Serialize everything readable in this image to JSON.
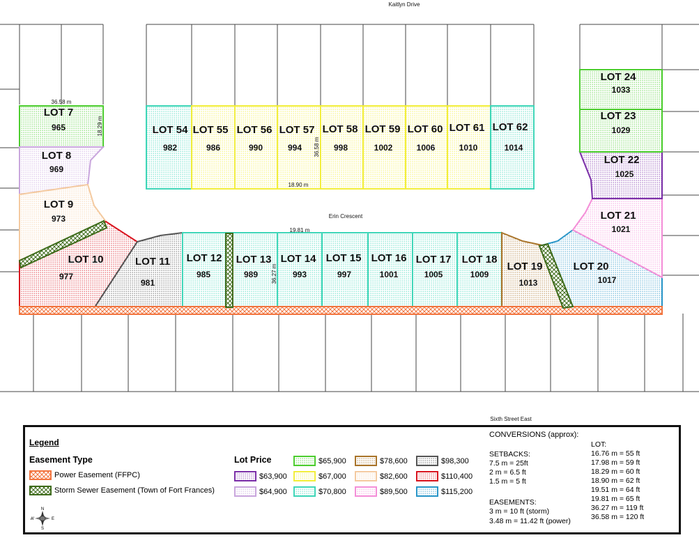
{
  "streets": {
    "top": "Kaitlyn Drive",
    "middle": "Erin Crescent",
    "bottom": "Sixth Street East"
  },
  "dimensions": {
    "lot7_width": "36.58 m",
    "lot7_depth": "18.29 m",
    "north_depth": "36.58 m",
    "north_width": "18.90 m",
    "south_width": "19.81 m",
    "south_depth": "36.27 m"
  },
  "lots": [
    {
      "lot": "LOT 7",
      "address": "965",
      "price": "$65,900"
    },
    {
      "lot": "LOT 8",
      "address": "969",
      "price": "$64,900"
    },
    {
      "lot": "LOT 9",
      "address": "973",
      "price": "$82,600"
    },
    {
      "lot": "LOT 10",
      "address": "977",
      "price": "$110,400"
    },
    {
      "lot": "LOT 11",
      "address": "981",
      "price": "$98,300"
    },
    {
      "lot": "LOT 12",
      "address": "985",
      "price": "$70,800"
    },
    {
      "lot": "LOT 13",
      "address": "989",
      "price": "$70,800"
    },
    {
      "lot": "LOT 14",
      "address": "993",
      "price": "$70,800"
    },
    {
      "lot": "LOT 15",
      "address": "997",
      "price": "$70,800"
    },
    {
      "lot": "LOT 16",
      "address": "1001",
      "price": "$70,800"
    },
    {
      "lot": "LOT 17",
      "address": "1005",
      "price": "$70,800"
    },
    {
      "lot": "LOT 18",
      "address": "1009",
      "price": "$70,800"
    },
    {
      "lot": "LOT 19",
      "address": "1013",
      "price": "$78,600"
    },
    {
      "lot": "LOT 20",
      "address": "1017",
      "price": "$115,200"
    },
    {
      "lot": "LOT 21",
      "address": "1021",
      "price": "$89,500"
    },
    {
      "lot": "LOT 22",
      "address": "1025",
      "price": "$63,900"
    },
    {
      "lot": "LOT 23",
      "address": "1029",
      "price": "$65,900"
    },
    {
      "lot": "LOT 24",
      "address": "1033",
      "price": "$65,900"
    },
    {
      "lot": "LOT 54",
      "address": "982",
      "price": "$70,800"
    },
    {
      "lot": "LOT 55",
      "address": "986",
      "price": "$67,000"
    },
    {
      "lot": "LOT 56",
      "address": "990",
      "price": "$67,000"
    },
    {
      "lot": "LOT 57",
      "address": "994",
      "price": "$67,000"
    },
    {
      "lot": "LOT 58",
      "address": "998",
      "price": "$67,000"
    },
    {
      "lot": "LOT 59",
      "address": "1002",
      "price": "$67,000"
    },
    {
      "lot": "LOT 60",
      "address": "1006",
      "price": "$67,000"
    },
    {
      "lot": "LOT 61",
      "address": "1010",
      "price": "$67,000"
    },
    {
      "lot": "LOT 62",
      "address": "1014",
      "price": "$70,800"
    }
  ],
  "legend": {
    "title": "Legend",
    "easement_type_title": "Easement Type",
    "power_easement": "Power Easement (FFPC)",
    "storm_easement": "Storm Sewer Easement (Town of Fort Frances)",
    "lot_price_title": "Lot Price",
    "prices": [
      {
        "label": "$63,900",
        "color": "#7b2fa8"
      },
      {
        "label": "$64,900",
        "color": "#c9a6dd"
      },
      {
        "label": "$65,900",
        "color": "#4ccd2e"
      },
      {
        "label": "$67,000",
        "color": "#f2ee3a"
      },
      {
        "label": "$70,800",
        "color": "#3ed6b8"
      },
      {
        "label": "$78,600",
        "color": "#a9742a"
      },
      {
        "label": "$82,600",
        "color": "#f4caa0"
      },
      {
        "label": "$89,500",
        "color": "#f48fd8"
      },
      {
        "label": "$98,300",
        "color": "#555555"
      },
      {
        "label": "$110,400",
        "color": "#d9141f"
      },
      {
        "label": "$115,200",
        "color": "#2a96c8"
      }
    ],
    "easement_colors": {
      "power": "#f2743e",
      "storm": "#3e6b1a"
    }
  },
  "conversions": {
    "title": "CONVERSIONS (approx):",
    "setbacks_title": "SETBACKS:",
    "setbacks": [
      "7.5 m = 25ft",
      "2 m = 6.5 ft",
      "1.5 m = 5 ft"
    ],
    "easements_title": "EASEMENTS:",
    "easements": [
      "3 m = 10 ft (storm)",
      "3.48 m = 11.42 ft (power)"
    ],
    "lot_title": "LOT:",
    "lot": [
      "16.76 m = 55 ft",
      "17.98 m = 59 ft",
      "18.29 m = 60 ft",
      "18.90 m = 62 ft",
      "19.51 m = 64 ft",
      "19.81 m = 65 ft",
      "36.27 m = 119 ft",
      "36.58 m = 120 ft"
    ]
  },
  "compass": {
    "n": "N",
    "s": "S",
    "e": "E",
    "w": "W"
  }
}
